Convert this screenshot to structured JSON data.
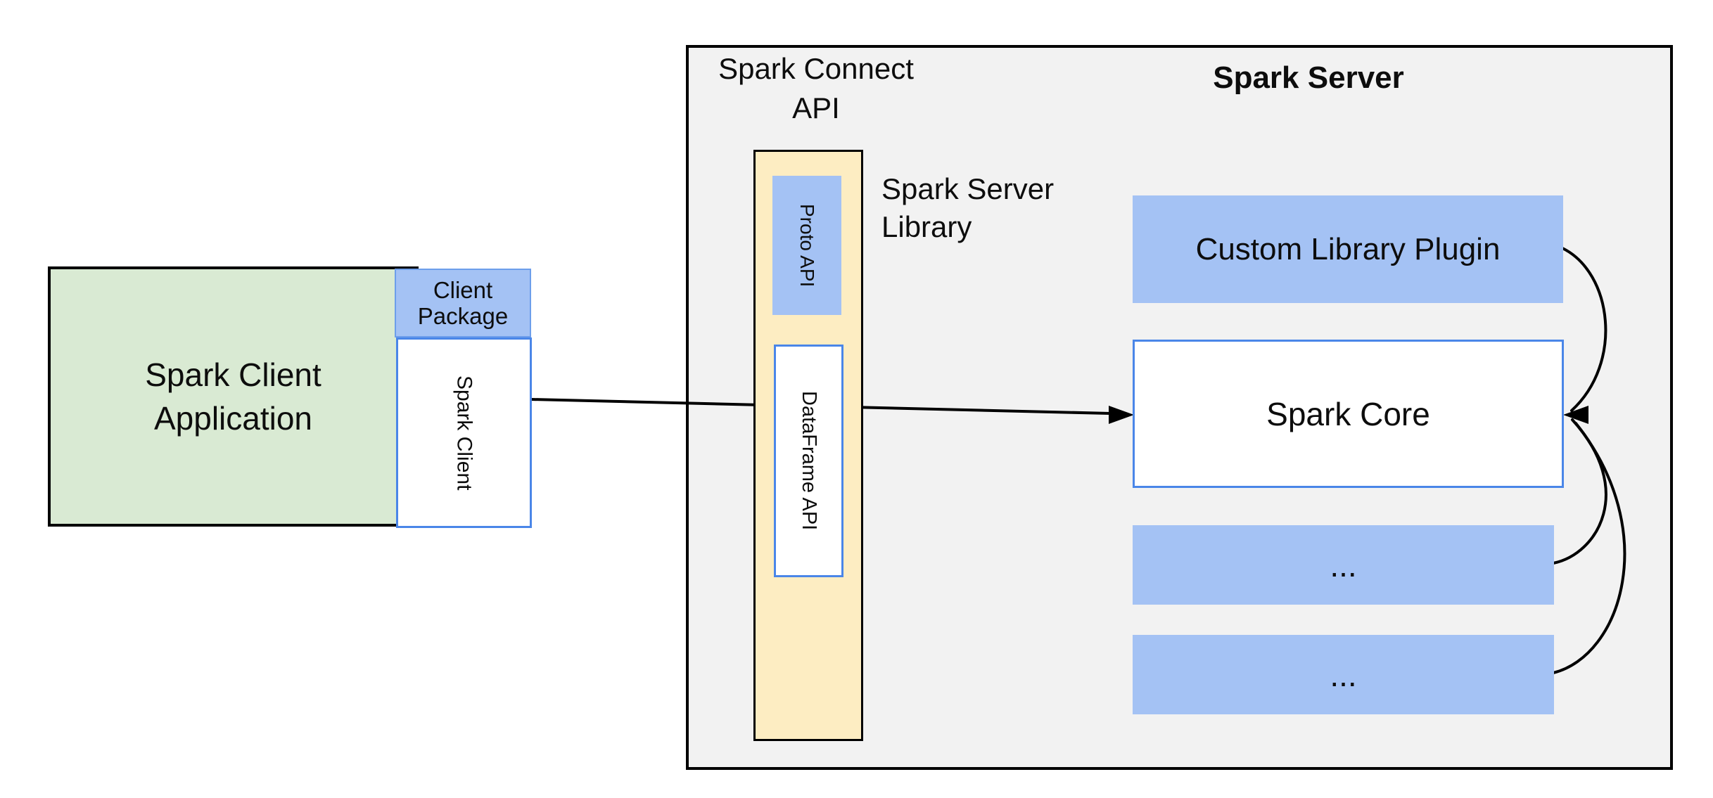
{
  "diagram": {
    "connect_api": {
      "label": "Spark Connect\nAPI"
    },
    "server": {
      "title": "Spark Server"
    },
    "client_app": {
      "label": "Spark Client\nApplication"
    },
    "client_package": {
      "label": "Client\nPackage"
    },
    "spark_client": {
      "label": "Spark Client"
    },
    "proto_api": {
      "label": "Proto API"
    },
    "dataframe_api": {
      "label": "DataFrame API"
    },
    "server_library": {
      "label": "Spark Server\nLibrary"
    },
    "custom_plugin": {
      "label": "Custom Library Plugin"
    },
    "spark_core": {
      "label": "Spark Core"
    },
    "plugin_slot_1": {
      "label": "..."
    },
    "plugin_slot_2": {
      "label": "..."
    }
  },
  "colors": {
    "background": "#ffffff",
    "container_fill": "#f2f2f2",
    "container_border": "#000000",
    "green_fill": "#d9ead3",
    "blue_fill": "#a4c2f4",
    "yellow_fill": "#fdedc2",
    "box_border_blue": "#4a86e8",
    "client_package_border": "#6d9eeb",
    "text": "#0d0d0d",
    "arrow": "#000000"
  }
}
